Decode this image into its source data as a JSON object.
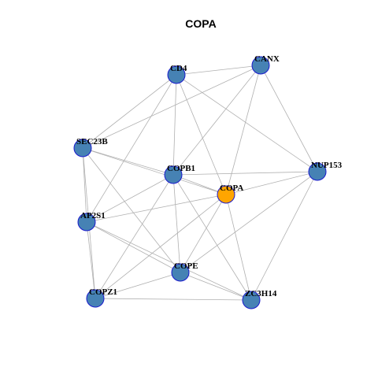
{
  "title": "COPA",
  "colors": {
    "background": "#ffffff",
    "node_default": "#4682b4",
    "node_highlight": "#ffa500",
    "node_stroke": "#1a1acd",
    "edge": "#b0b0b0"
  },
  "nodes": [
    {
      "id": "CD4",
      "label": "CD4",
      "highlight": false
    },
    {
      "id": "CANX",
      "label": "CANX",
      "highlight": false
    },
    {
      "id": "SEC23B",
      "label": "SEC23B",
      "highlight": false
    },
    {
      "id": "COPB1",
      "label": "COPB1",
      "highlight": false
    },
    {
      "id": "COPA",
      "label": "COPA",
      "highlight": true
    },
    {
      "id": "NUP153",
      "label": "NUP153",
      "highlight": false
    },
    {
      "id": "AP2S1",
      "label": "AP2S1",
      "highlight": false
    },
    {
      "id": "COPE",
      "label": "COPE",
      "highlight": false
    },
    {
      "id": "COPZ1",
      "label": "COPZ1",
      "highlight": false
    },
    {
      "id": "ZC3H14",
      "label": "ZC3H14",
      "highlight": false
    }
  ],
  "edges": [
    [
      "CD4",
      "CANX"
    ],
    [
      "CD4",
      "SEC23B"
    ],
    [
      "CD4",
      "COPB1"
    ],
    [
      "CD4",
      "COPA"
    ],
    [
      "CD4",
      "NUP153"
    ],
    [
      "CD4",
      "AP2S1"
    ],
    [
      "CANX",
      "SEC23B"
    ],
    [
      "CANX",
      "COPB1"
    ],
    [
      "CANX",
      "COPA"
    ],
    [
      "CANX",
      "NUP153"
    ],
    [
      "SEC23B",
      "COPB1"
    ],
    [
      "SEC23B",
      "COPA"
    ],
    [
      "SEC23B",
      "AP2S1"
    ],
    [
      "SEC23B",
      "COPZ1"
    ],
    [
      "SEC23B",
      "COPE"
    ],
    [
      "COPB1",
      "COPA"
    ],
    [
      "COPB1",
      "NUP153"
    ],
    [
      "COPB1",
      "AP2S1"
    ],
    [
      "COPB1",
      "COPE"
    ],
    [
      "COPB1",
      "COPZ1"
    ],
    [
      "COPB1",
      "ZC3H14"
    ],
    [
      "COPA",
      "NUP153"
    ],
    [
      "COPA",
      "AP2S1"
    ],
    [
      "COPA",
      "COPE"
    ],
    [
      "COPA",
      "COPZ1"
    ],
    [
      "COPA",
      "ZC3H14"
    ],
    [
      "NUP153",
      "COPE"
    ],
    [
      "NUP153",
      "ZC3H14"
    ],
    [
      "AP2S1",
      "COPE"
    ],
    [
      "AP2S1",
      "COPZ1"
    ],
    [
      "AP2S1",
      "ZC3H14"
    ],
    [
      "COPE",
      "COPZ1"
    ],
    [
      "COPE",
      "ZC3H14"
    ],
    [
      "COPZ1",
      "ZC3H14"
    ]
  ]
}
